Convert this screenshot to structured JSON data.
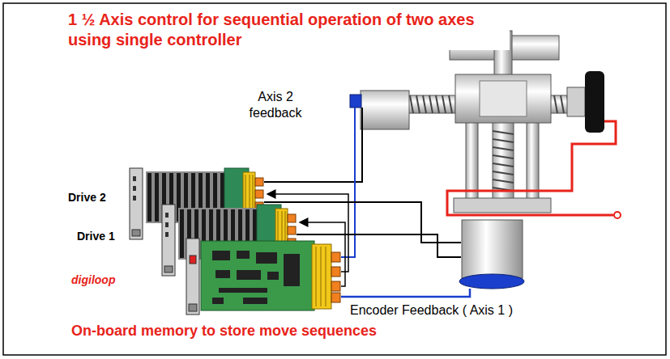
{
  "diagram": {
    "title": "1 ½ Axis control for sequential operation of two axes using single controller",
    "caption": "On-board memory to store move sequences",
    "labels": [
      "Axis 2 feedback",
      "Drive 2",
      "Drive 1",
      "digiloop",
      "Encoder Feedback ( Axis 1 )"
    ]
  }
}
